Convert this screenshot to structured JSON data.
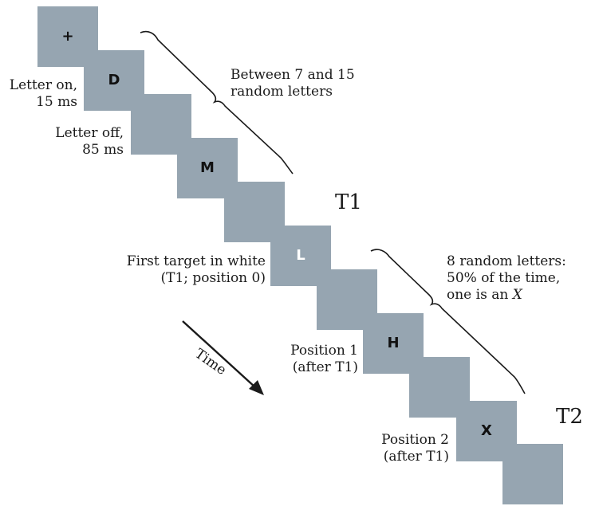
{
  "frames": [
    {
      "glyph": "+",
      "highlight": false
    },
    {
      "glyph": "D",
      "highlight": false
    },
    {
      "glyph": "",
      "highlight": false
    },
    {
      "glyph": "M",
      "highlight": false
    },
    {
      "glyph": "",
      "highlight": false
    },
    {
      "glyph": "L",
      "highlight": true
    },
    {
      "glyph": "",
      "highlight": false
    },
    {
      "glyph": "H",
      "highlight": false
    },
    {
      "glyph": "",
      "highlight": false
    },
    {
      "glyph": "X",
      "highlight": false
    },
    {
      "glyph": ""
    }
  ],
  "labels": {
    "letter_on_1": "Letter on,",
    "letter_on_2": "15 ms",
    "letter_off_1": "Letter off,",
    "letter_off_2": "85 ms",
    "first_target_1": "First target in white",
    "first_target_2": "(T1; position 0)",
    "position1_1": "Position 1",
    "position1_2": "(after T1)",
    "position2_1": "Position 2",
    "position2_2": "(after T1)",
    "between_1": "Between 7 and 15",
    "between_2": "random letters",
    "random8_1": "8 random letters:",
    "random8_2": "50% of the time,",
    "random8_3_prefix": "one is an ",
    "random8_3_italic": "X",
    "t1": "T1",
    "t2": "T2",
    "time": "Time"
  },
  "colors": {
    "frame": "#96a5b1",
    "target_text": "#ffffff",
    "text": "#1a1a1a"
  }
}
